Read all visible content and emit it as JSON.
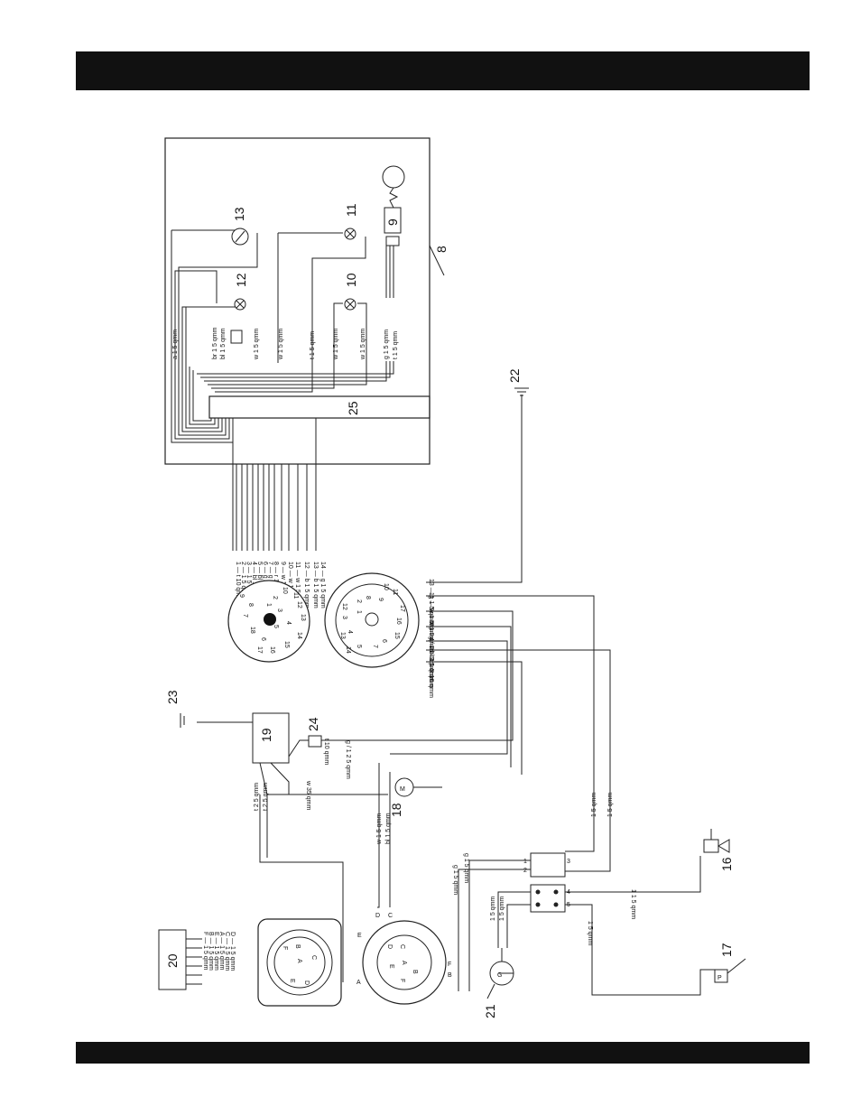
{
  "components": {
    "c8": "8",
    "c9": "9",
    "c10": "10",
    "c11": "11",
    "c12": "12",
    "c13": "13",
    "c16": "16",
    "c17": "17",
    "c18": "18",
    "c19": "19",
    "c20": "20",
    "c21": "21",
    "c22": "22",
    "c23": "23",
    "c24": "24",
    "c25": "25"
  },
  "panel_wires": {
    "a": "a 1 5 qmm",
    "br": "br 1 5 qmm",
    "bl": "bl 1 5 qmm",
    "w1": "w 1 5 qmm",
    "w2": "w 1 5 qmm",
    "t": "t 1 5 qmm",
    "w3": "w 1 5 qmm",
    "g": "g 1 5 qmm",
    "t2": "t 1 5 qmm"
  },
  "harness": [
    "1 — t 10 qmm",
    "2 — 1 5 qmm",
    "3 — 1 5 qmm",
    "4 — bl 1 5 qmm",
    "5 — bl / 1 5 qmm",
    "6 — g / 1 2 5 qmm",
    "7 — g / 1 2 5 qmm",
    "8 — r 1 2 5 qmm",
    "9 — w 1 5 qmm",
    "10 — w 1 5 qmm",
    "11 — w 1 5 qmm",
    "12 — b 1 5 qmm",
    "13 — b 1 5 qmm",
    "14 — g 1 5 qmm"
  ],
  "connector_upper_pins": [
    "9",
    "8",
    "7",
    "10",
    "2",
    "11",
    "3",
    "4",
    "12",
    "18",
    "1",
    "5",
    "13",
    "17",
    "16",
    "15",
    "14",
    "6"
  ],
  "connector_lower_pins": [
    "11",
    "10",
    "2",
    "8",
    "9",
    "12",
    "3",
    "1",
    "4",
    "13",
    "7",
    "6",
    "14",
    "5",
    "15",
    "16",
    "17"
  ],
  "right_wires": {
    "r13": "13 — g 1 5 qmm",
    "r11": "11 — w 1 5 qmm",
    "r9": "9 — w 1 5 qmm",
    "r8": "8 — g / 1 2 5 qmm",
    "r4": "4 — bl 1 5 qmm",
    "r2": "2 — t 1 5 qmm",
    "r1": "1 — t 10 qmm"
  },
  "middle_wires": {
    "m1": "g / 1 2 5 qmm",
    "m2": "t 10 qmm",
    "m3": "w 35 qmm",
    "m4": "t 2 5 qmm",
    "m5": "t 2 5 qmm",
    "m6": "w 1 5 qmm",
    "m7": "bl 1 5 qmm",
    "m8": "1 5 qmm",
    "m9": "1 5 qmm",
    "m10": "g 1 5 qmm",
    "m11": "g 1 5 qmm",
    "m12": "1 5 qmm",
    "m13": "1 1 5 qmm",
    "m14": "1 5 qmm",
    "m15": "1 5 qmm"
  },
  "plug_a_pins": [
    "F",
    "B",
    "A",
    "C",
    "E",
    "D"
  ],
  "plug_b_pins": [
    "D",
    "C",
    "E",
    "A",
    "B",
    "F"
  ],
  "plug20_wires": [
    "F — 1 5 qmm",
    "B — 1 5 qmm",
    "E — 1 5 qmm",
    "A — 1 5 qmm",
    "C — 1 5 qmm",
    "D — 1 5 qmm"
  ],
  "letters": {
    "A": "A",
    "B": "B",
    "C": "C",
    "D": "D",
    "E": "E",
    "F": "F"
  },
  "switch_letters": {
    "s1": "3",
    "s2": "2",
    "s3": "1",
    "s4": "4",
    "s5": "5"
  }
}
